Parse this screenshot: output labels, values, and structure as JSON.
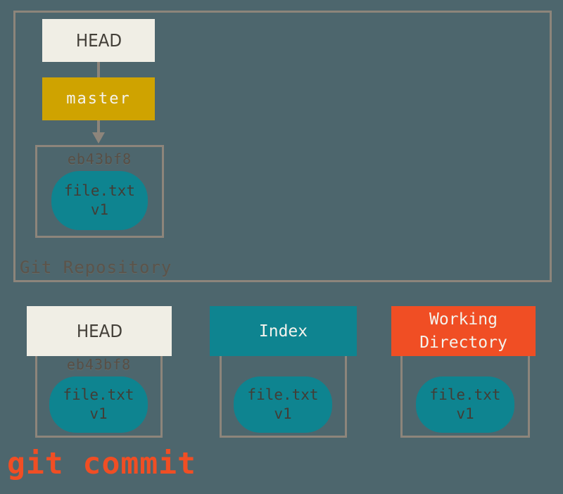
{
  "colors": {
    "background": "#4d666d",
    "box_border": "#8d857b",
    "head_bg": "#f0eee5",
    "branch_bg": "#cfa300",
    "teal": "#0e8490",
    "red_orange": "#f04e24",
    "dark_text": "#433f38",
    "muted_text": "#5b544b",
    "light_text": "#f4f3ed"
  },
  "repository": {
    "label": "Git Repository",
    "head_ref": "HEAD",
    "branch_ref": "master",
    "commit": {
      "hash": "eb43bf8",
      "file_name": "file.txt",
      "file_version": "v1"
    }
  },
  "areas": [
    {
      "id": "head",
      "label": "HEAD",
      "hash": "eb43bf8",
      "file_name": "file.txt",
      "file_version": "v1"
    },
    {
      "id": "index",
      "label": "Index",
      "file_name": "file.txt",
      "file_version": "v1"
    },
    {
      "id": "working-directory",
      "label": "Working Directory",
      "file_name": "file.txt",
      "file_version": "v1"
    }
  ],
  "caption": "git commit"
}
